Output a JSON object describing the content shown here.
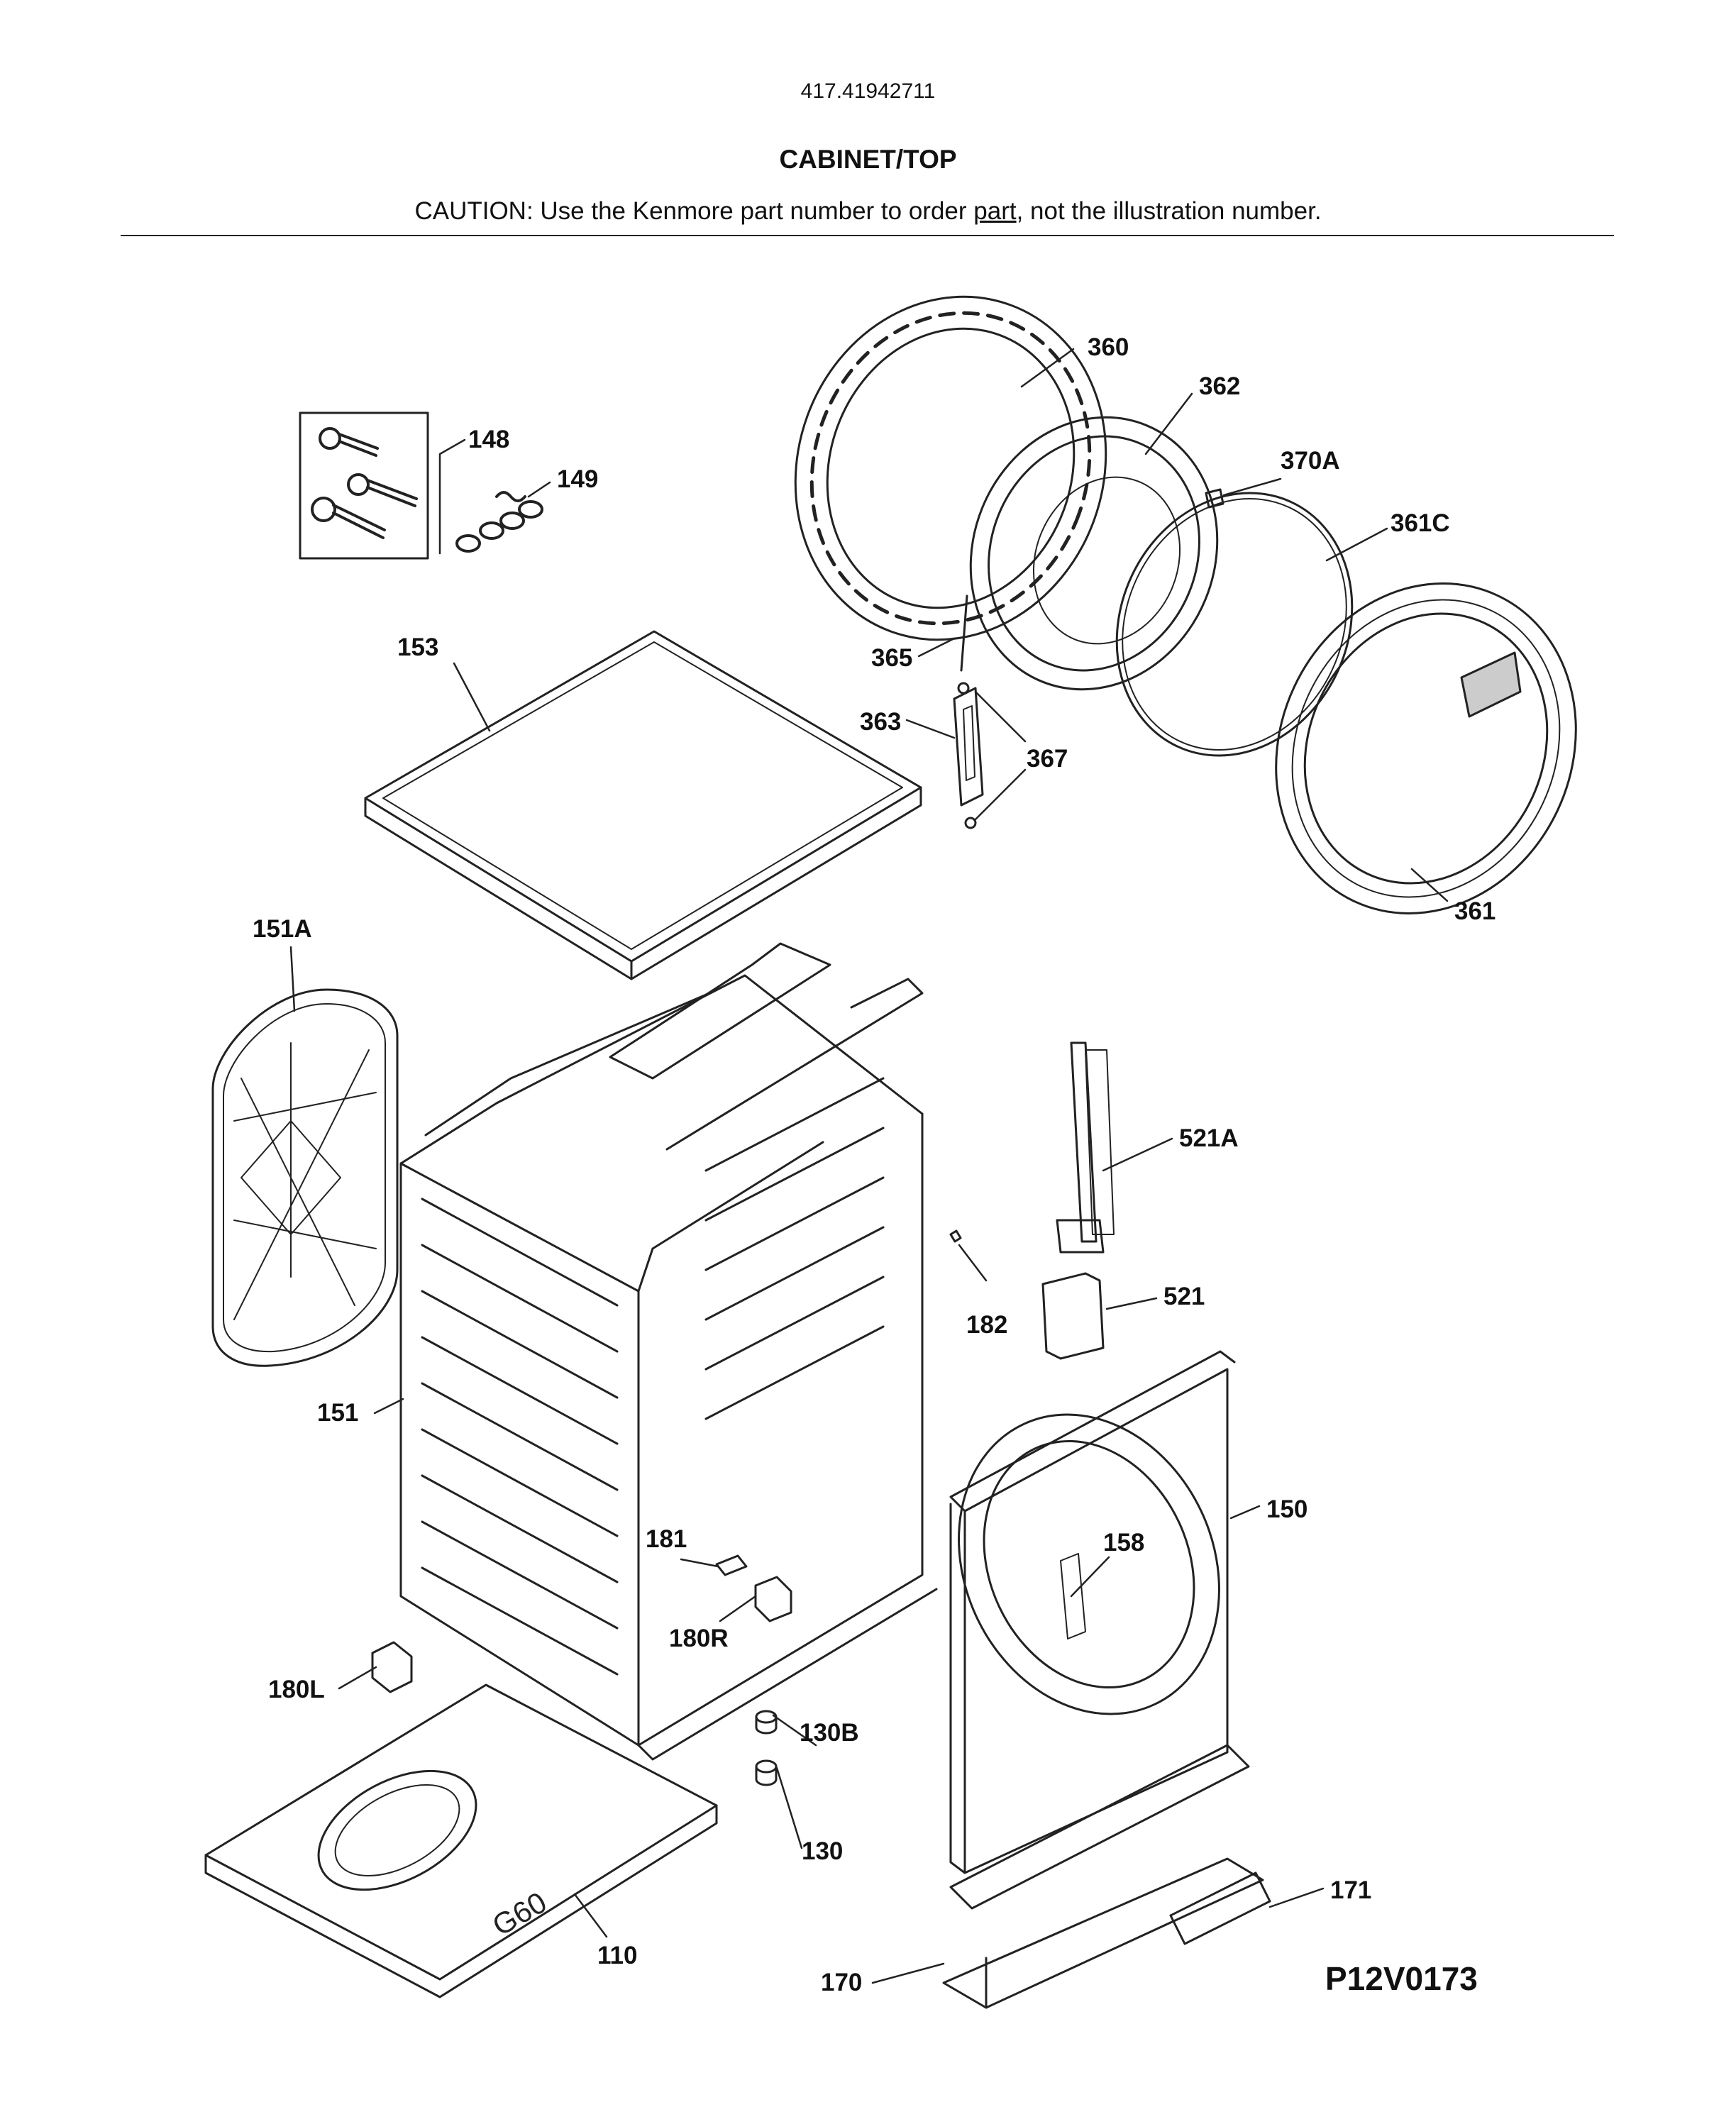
{
  "header": {
    "model_number": "417.41942711",
    "title": "CABINET/TOP",
    "caution_prefix": "CAUTION: Use the Kenmore part number to order ",
    "caution_underlined": "part",
    "caution_suffix": ", not the illustration number."
  },
  "diagram_id": "P12V0173",
  "callouts": {
    "c360": "360",
    "c362": "362",
    "c370A": "370A",
    "c361C": "361C",
    "c148": "148",
    "c149": "149",
    "c153": "153",
    "c365": "365",
    "c363": "363",
    "c367": "367",
    "c361": "361",
    "c151A": "151A",
    "c521A": "521A",
    "c182": "182",
    "c521": "521",
    "c151": "151",
    "c150": "150",
    "c158": "158",
    "c181": "181",
    "c180R": "180R",
    "c180L": "180L",
    "c130B": "130B",
    "c130": "130",
    "c171": "171",
    "c110": "110",
    "c170": "170"
  }
}
